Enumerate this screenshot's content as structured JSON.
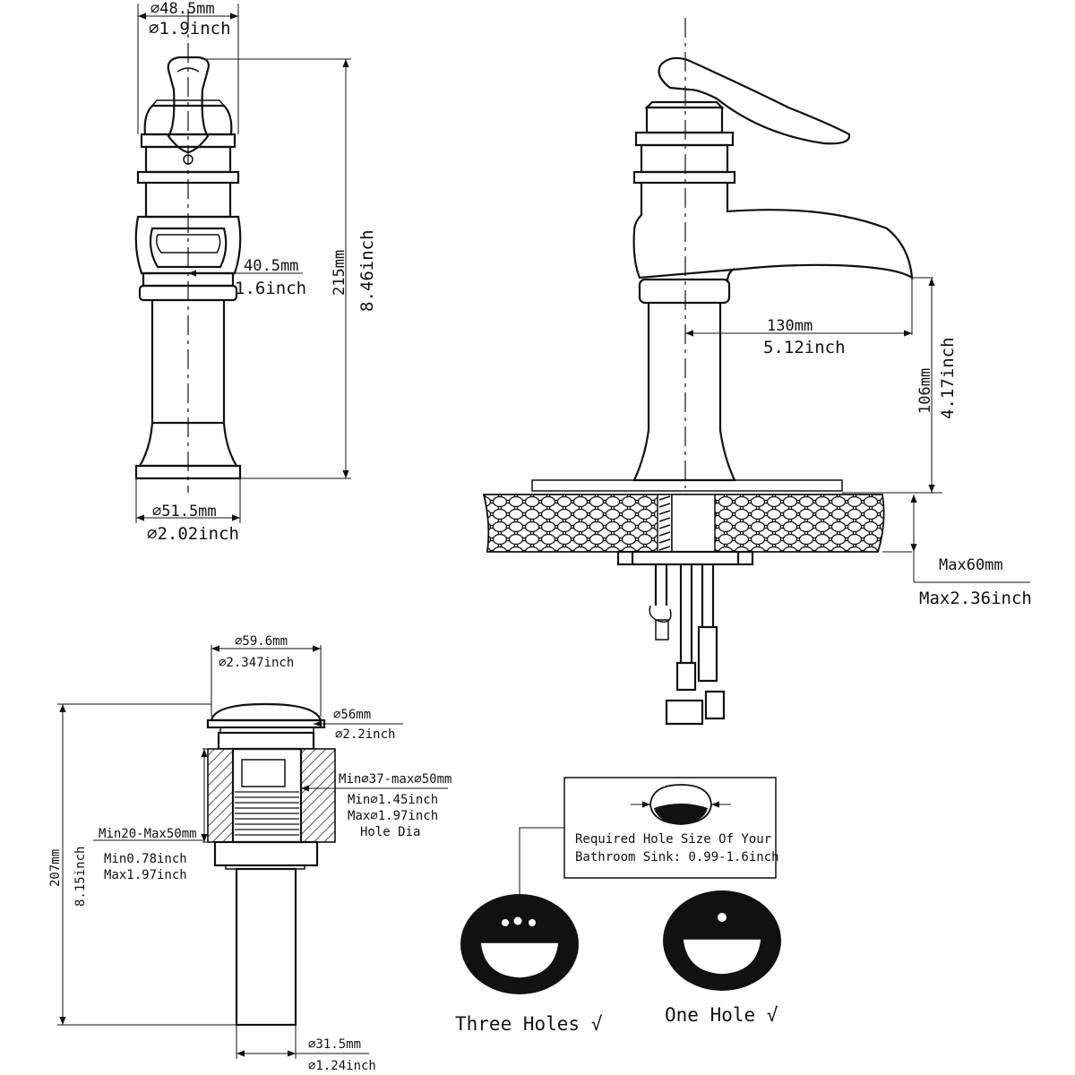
{
  "front_view": {
    "top_diameter_mm": "⌀48.5mm",
    "top_diameter_in": "⌀1.9inch",
    "mid_width_mm": "40.5mm",
    "mid_width_in": "1.6inch",
    "height_mm": "215mm",
    "height_in": "8.46inch",
    "base_diameter_mm": "⌀51.5mm",
    "base_diameter_in": "⌀2.02inch"
  },
  "side_view": {
    "reach_mm": "130mm",
    "reach_in": "5.12inch",
    "spout_height_mm": "106mm",
    "spout_height_in": "4.17inch",
    "deck_max_mm": "Max60mm",
    "deck_max_in": "Max2.36inch"
  },
  "drain": {
    "cap_diameter_mm": "⌀59.6mm",
    "cap_diameter_in": "⌀2.347inch",
    "flange_diameter_mm": "⌀56mm",
    "flange_diameter_in": "⌀2.2inch",
    "hole_range_mm": "Min⌀37-max⌀50mm",
    "hole_min_in": "Min⌀1.45inch",
    "hole_max_in": "Max⌀1.97inch",
    "hole_caption": "Hole Dia",
    "thickness_mm": "Min20-Max50mm",
    "thickness_min_in": "Min0.78inch",
    "thickness_max_in": "Max1.97inch",
    "height_mm": "207mm",
    "height_in": "8.15inch",
    "tail_diameter_mm": "⌀31.5mm",
    "tail_diameter_in": "⌀1.24inch"
  },
  "sinks": {
    "note_line1": "Required Hole Size Of Your",
    "note_line2": "Bathroom Sink: 0.99-1.6inch",
    "three_holes_label": "Three Holes √",
    "one_hole_label": "One Hole  √"
  }
}
